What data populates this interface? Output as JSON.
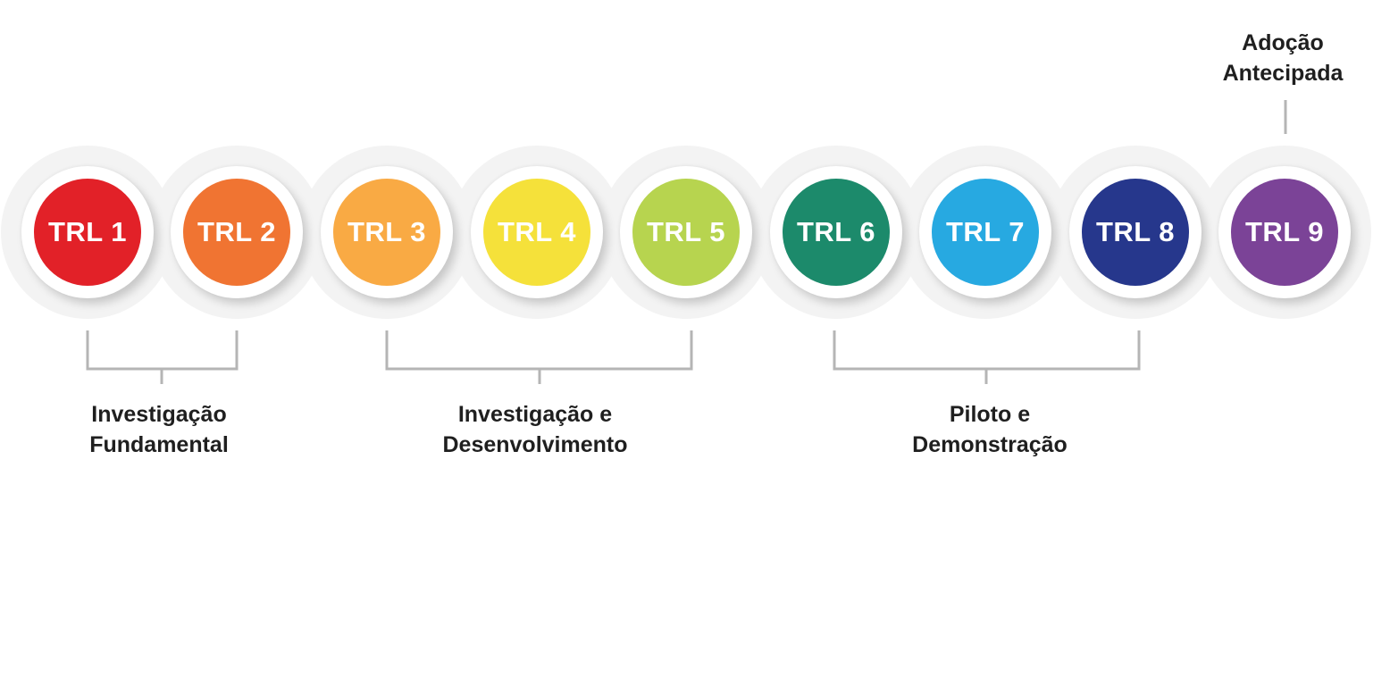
{
  "levels": [
    {
      "label": "TRL 1",
      "color": "#e22128"
    },
    {
      "label": "TRL 2",
      "color": "#f07432"
    },
    {
      "label": "TRL 3",
      "color": "#f9aa44"
    },
    {
      "label": "TRL 4",
      "color": "#f5e13a"
    },
    {
      "label": "TRL 5",
      "color": "#b7d44f"
    },
    {
      "label": "TRL 6",
      "color": "#1c8a6b"
    },
    {
      "label": "TRL 7",
      "color": "#27a9e1"
    },
    {
      "label": "TRL 8",
      "color": "#26378c"
    },
    {
      "label": "TRL 9",
      "color": "#7b4397"
    }
  ],
  "phases": [
    {
      "line1": "Investigação",
      "line2": "Fundamental"
    },
    {
      "line1": "Investigação e",
      "line2": "Desenvolvimento"
    },
    {
      "line1": "Piloto e",
      "line2": "Demonstração"
    }
  ],
  "early_adoption": {
    "line1": "Adoção",
    "line2": "Antecipada"
  },
  "bracket_color": "#b5b5b5"
}
